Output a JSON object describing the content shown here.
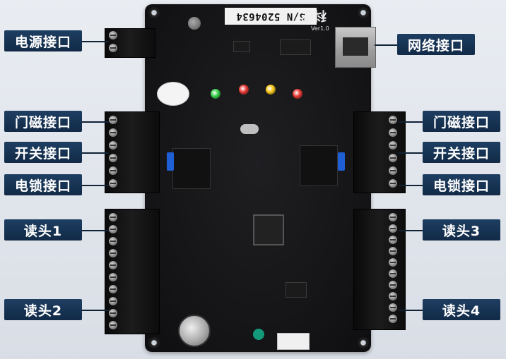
{
  "board": {
    "serial": "S/N 5204634",
    "logo": "科密",
    "version": "Ver1.0"
  },
  "left_labels": [
    "电源接口",
    "门磁接口",
    "开关接口",
    "电锁接口",
    "读头1",
    "读头2"
  ],
  "right_labels": [
    "网络接口",
    "门磁接口",
    "开关接口",
    "电锁接口",
    "读头3",
    "读头4"
  ],
  "led_colors": [
    "#2ecc40",
    "#e8312b",
    "#f4c20d",
    "#e8312b"
  ]
}
